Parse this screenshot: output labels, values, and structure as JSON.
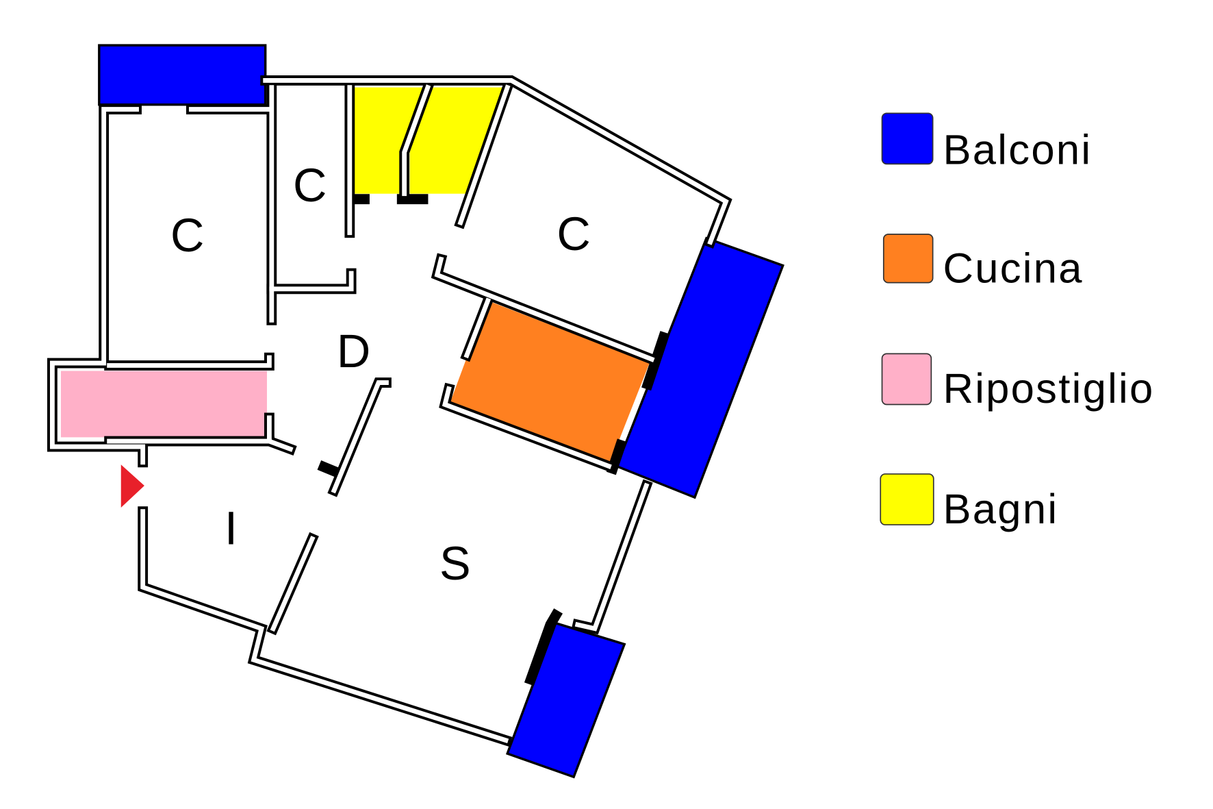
{
  "colors": {
    "balconi": "#0000ff",
    "cucina": "#ff8020",
    "ripostiglio": "#ffb0c8",
    "bagni": "#ffff00",
    "entrance": "#e8202a"
  },
  "rooms": {
    "camera_1": "C",
    "camera_2": "C",
    "camera_3": "C",
    "disimpegno": "D",
    "ingresso": "I",
    "soggiorno": "S"
  },
  "legend": [
    {
      "label": "Balconi",
      "color": "#0000ff"
    },
    {
      "label": "Cucina",
      "color": "#ff8020"
    },
    {
      "label": "Ripostiglio",
      "color": "#ffb0c8"
    },
    {
      "label": "Bagni",
      "color": "#ffff00"
    }
  ]
}
